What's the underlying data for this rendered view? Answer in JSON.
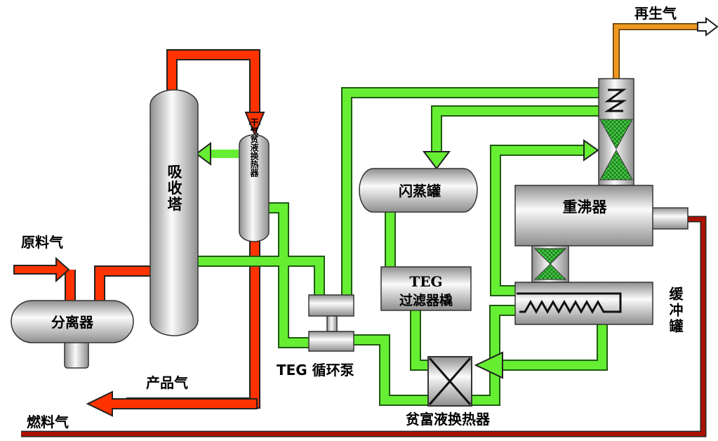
{
  "labels": {
    "feed_gas": "原料气",
    "separator": "分离器",
    "absorber": "吸收塔",
    "dry_gas_exchanger": "干气贫液换热器",
    "product_gas": "产品气",
    "fuel_gas": "燃料气",
    "teg_pump": "TEG 循环泵",
    "flash_tank": "闪蒸罐",
    "filter_line1": "TEG",
    "filter_line2": "过滤器橇",
    "rich_lean_exchanger": "贫富液换热器",
    "reboiler": "重沸器",
    "buffer_tank": "缓冲罐",
    "regen_gas": "再生气"
  },
  "colors": {
    "gas_line": "#ff3300",
    "glycol_line": "#66ee33",
    "regen_line": "#ee9922",
    "fuel_line": "#aa1100",
    "vessel_light": "#f4f4f4",
    "vessel_dark": "#9c9c9c",
    "packing": "#44cc44"
  }
}
